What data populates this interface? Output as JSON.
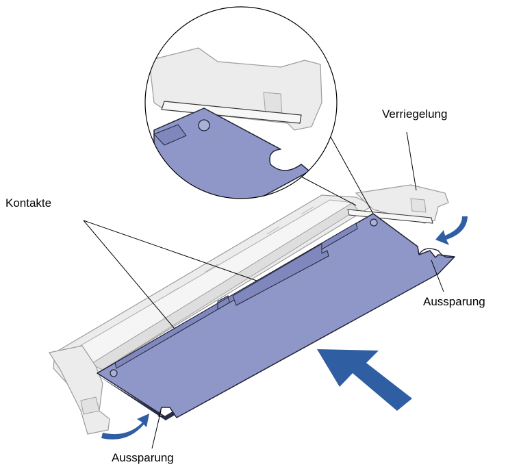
{
  "labels": {
    "latch": "Verriegelung",
    "contacts": "Kontakte",
    "notch_right": "Aussparung",
    "notch_bottom": "Aussparung"
  },
  "colors": {
    "module": "#8f97c9",
    "module_edge": "#1f2233",
    "connector_fill": "#ececec",
    "connector_stroke": "#9a9a9a",
    "arrow": "#2f5ea3",
    "leader": "#000000"
  },
  "icons": {
    "insert_arrow": "large-insert-arrow-icon",
    "latch_arrow": "curved-arrow-icon"
  }
}
